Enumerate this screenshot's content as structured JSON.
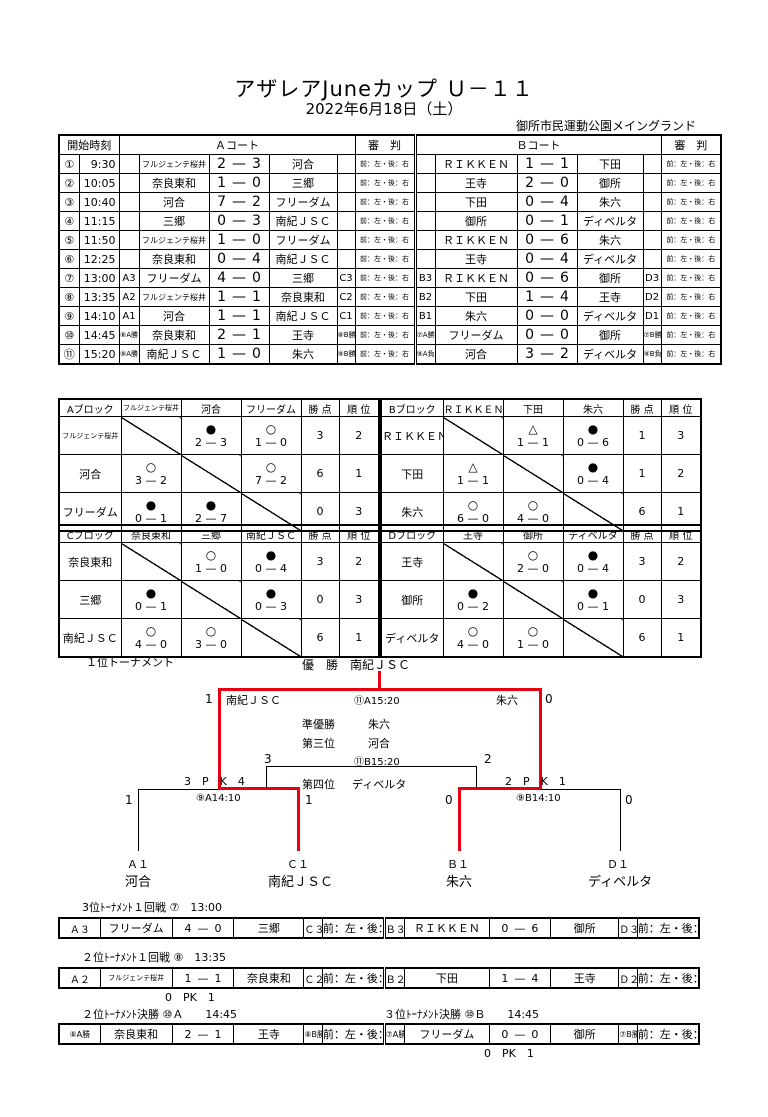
{
  "title": "アザレアJuneカップ Ｕ－１１",
  "date": "2022年6月18日（土）",
  "venue": "御所市民運動公園メイングランド",
  "sched_head": {
    "time": "開始時刻",
    "court_a": "Ａコート",
    "ref": "審　判",
    "court_b": "Ｂコート",
    "ref2": "審　判"
  },
  "ref_text": "前：左・後：右",
  "dash": "—",
  "schedule": [
    {
      "no": "①",
      "time": "9:30",
      "al": "",
      "a1": "フルジェンテ桜井",
      "as1": "2",
      "as2": "3",
      "a2": "河合",
      "ar": "",
      "bl": "",
      "b1": "ＲＩＫＫＥＮ",
      "bs1": "1",
      "bs2": "1",
      "b2": "下田",
      "br": ""
    },
    {
      "no": "②",
      "time": "10:05",
      "al": "",
      "a1": "奈良東和",
      "as1": "1",
      "as2": "0",
      "a2": "三郷",
      "ar": "",
      "bl": "",
      "b1": "王寺",
      "bs1": "2",
      "bs2": "0",
      "b2": "御所",
      "br": ""
    },
    {
      "no": "③",
      "time": "10:40",
      "al": "",
      "a1": "河合",
      "as1": "7",
      "as2": "2",
      "a2": "フリーダム",
      "ar": "",
      "bl": "",
      "b1": "下田",
      "bs1": "0",
      "bs2": "4",
      "b2": "朱六",
      "br": ""
    },
    {
      "no": "④",
      "time": "11:15",
      "al": "",
      "a1": "三郷",
      "as1": "0",
      "as2": "3",
      "a2": "南紀ＪＳＣ",
      "ar": "",
      "bl": "",
      "b1": "御所",
      "bs1": "0",
      "bs2": "1",
      "b2": "ディベルタ",
      "br": ""
    },
    {
      "no": "⑤",
      "time": "11:50",
      "al": "",
      "a1": "フルジェンテ桜井",
      "as1": "1",
      "as2": "0",
      "a2": "フリーダム",
      "ar": "",
      "bl": "",
      "b1": "ＲＩＫＫＥＮ",
      "bs1": "0",
      "bs2": "6",
      "b2": "朱六",
      "br": ""
    },
    {
      "no": "⑥",
      "time": "12:25",
      "al": "",
      "a1": "奈良東和",
      "as1": "0",
      "as2": "4",
      "a2": "南紀ＪＳＣ",
      "ar": "",
      "bl": "",
      "b1": "王寺",
      "bs1": "0",
      "bs2": "4",
      "b2": "ディベルタ",
      "br": ""
    },
    {
      "no": "⑦",
      "time": "13:00",
      "al": "A3",
      "a1": "フリーダム",
      "as1": "4",
      "as2": "0",
      "a2": "三郷",
      "ar": "C3",
      "bl": "B3",
      "b1": "ＲＩＫＫＥＮ",
      "bs1": "0",
      "bs2": "6",
      "b2": "御所",
      "br": "D3"
    },
    {
      "no": "⑧",
      "time": "13:35",
      "al": "A2",
      "a1": "フルジェンテ桜井",
      "as1": "1",
      "as2": "1",
      "a2": "奈良東和",
      "ar": "C2",
      "bl": "B2",
      "b1": "下田",
      "bs1": "1",
      "bs2": "4",
      "b2": "王寺",
      "br": "D2"
    },
    {
      "no": "⑨",
      "time": "14:10",
      "al": "A1",
      "a1": "河合",
      "as1": "1",
      "as2": "1",
      "a2": "南紀ＪＳＣ",
      "ar": "C1",
      "bl": "B1",
      "b1": "朱六",
      "bs1": "0",
      "bs2": "0",
      "b2": "ディベルタ",
      "br": "D1"
    },
    {
      "no": "⑩",
      "time": "14:45",
      "al": "⑧A勝",
      "a1": "奈良東和",
      "as1": "2",
      "as2": "1",
      "a2": "王寺",
      "ar": "⑧B勝",
      "bl": "⑦A勝",
      "b1": "フリーダム",
      "bs1": "0",
      "bs2": "0",
      "b2": "御所",
      "br": "⑦B勝"
    },
    {
      "no": "⑪",
      "time": "15:20",
      "al": "⑨A勝",
      "a1": "南紀ＪＳＣ",
      "as1": "1",
      "as2": "0",
      "a2": "朱六",
      "ar": "⑨B勝",
      "bl": "⑨A負",
      "b1": "河合",
      "bs1": "3",
      "bs2": "2",
      "b2": "ディベルタ",
      "br": "⑨B負"
    }
  ],
  "group_head": {
    "pts": "勝 点",
    "rank": "順 位"
  },
  "groups": {
    "A": {
      "label": "Aブロック",
      "teams": [
        "フルジェンテ桜井",
        "河合",
        "フリーダム"
      ],
      "rows": [
        {
          "team": "フルジェンテ桜井",
          "cells": [
            null,
            {
              "m": "●",
              "s": "2 — 3"
            },
            {
              "m": "○",
              "s": "1 — 0"
            }
          ],
          "pts": "3",
          "rank": "2"
        },
        {
          "team": "河合",
          "cells": [
            {
              "m": "○",
              "s": "3 — 2"
            },
            null,
            {
              "m": "○",
              "s": "7 — 2"
            }
          ],
          "pts": "6",
          "rank": "1"
        },
        {
          "team": "フリーダム",
          "cells": [
            {
              "m": "●",
              "s": "0 — 1"
            },
            {
              "m": "●",
              "s": "2 — 7"
            },
            null
          ],
          "pts": "0",
          "rank": "3"
        }
      ]
    },
    "B": {
      "label": "Bブロック",
      "teams": [
        "ＲＩＫＫＥＮ",
        "下田",
        "朱六"
      ],
      "rows": [
        {
          "team": "ＲＩＫＫＥＮ",
          "cells": [
            null,
            {
              "m": "△",
              "s": "1 — 1"
            },
            {
              "m": "●",
              "s": "0 — 6"
            }
          ],
          "pts": "1",
          "rank": "3"
        },
        {
          "team": "下田",
          "cells": [
            {
              "m": "△",
              "s": "1 — 1"
            },
            null,
            {
              "m": "●",
              "s": "0 — 4"
            }
          ],
          "pts": "1",
          "rank": "2"
        },
        {
          "team": "朱六",
          "cells": [
            {
              "m": "○",
              "s": "6 — 0"
            },
            {
              "m": "○",
              "s": "4 — 0"
            },
            null
          ],
          "pts": "6",
          "rank": "1"
        }
      ]
    },
    "C": {
      "label": "Cブロック",
      "teams": [
        "奈良東和",
        "三郷",
        "南紀ＪＳＣ"
      ],
      "rows": [
        {
          "team": "奈良東和",
          "cells": [
            null,
            {
              "m": "○",
              "s": "1 — 0"
            },
            {
              "m": "●",
              "s": "0 — 4"
            }
          ],
          "pts": "3",
          "rank": "2"
        },
        {
          "team": "三郷",
          "cells": [
            {
              "m": "●",
              "s": "0 — 1"
            },
            null,
            {
              "m": "●",
              "s": "0 — 3"
            }
          ],
          "pts": "0",
          "rank": "3"
        },
        {
          "team": "南紀ＪＳＣ",
          "cells": [
            {
              "m": "○",
              "s": "4 — 0"
            },
            {
              "m": "○",
              "s": "3 — 0"
            },
            null
          ],
          "pts": "6",
          "rank": "1"
        }
      ]
    },
    "D": {
      "label": "Dブロック",
      "teams": [
        "王寺",
        "御所",
        "ディベルタ"
      ],
      "rows": [
        {
          "team": "王寺",
          "cells": [
            null,
            {
              "m": "○",
              "s": "2 — 0"
            },
            {
              "m": "●",
              "s": "0 — 4"
            }
          ],
          "pts": "3",
          "rank": "2"
        },
        {
          "team": "御所",
          "cells": [
            {
              "m": "●",
              "s": "0 — 2"
            },
            null,
            {
              "m": "●",
              "s": "0 — 1"
            }
          ],
          "pts": "0",
          "rank": "3"
        },
        {
          "team": "ディベルタ",
          "cells": [
            {
              "m": "○",
              "s": "4 — 0"
            },
            {
              "m": "○",
              "s": "1 — 0"
            },
            null
          ],
          "pts": "6",
          "rank": "1"
        }
      ]
    }
  },
  "bracket": {
    "heading": "１位トーナメント",
    "champion_label": "優　勝",
    "champion": "南紀ＪＳＣ",
    "final_label": "⑪A15:20",
    "final_left_score": "1",
    "final_left_team": "南紀ＪＳＣ",
    "final_right_team": "朱六",
    "final_right_score": "0",
    "runner_label": "準優勝",
    "runner": "朱六",
    "third_label": "第三位",
    "third": "河合",
    "third_match_label": "⑪B15:20",
    "third_left_score": "3",
    "third_right_score": "2",
    "fourth_label": "第四位",
    "fourth": "ディベルタ",
    "pk_left": "3　P　K　4",
    "pk_right": "2　P　K　1",
    "semi_left_label": "⑨A14:10",
    "semi_right_label": "⑨B14:10",
    "sl_score1": "1",
    "sl_score2": "1",
    "sr_score1": "0",
    "sr_score2": "0",
    "seeds": [
      "Ａ１",
      "Ｃ１",
      "Ｂ１",
      "Ｄ１"
    ],
    "seed_teams": [
      "河合",
      "南紀ＪＳＣ",
      "朱六",
      "ディベルタ"
    ]
  },
  "extra": {
    "h1": "3位ﾄｰﾅﾒﾝﾄ１回戦 ⑦　13:00",
    "r1": {
      "al": "Ａ３",
      "a1": "フリーダム",
      "as1": "4",
      "as2": "0",
      "a2": "三郷",
      "ar": "Ｃ３",
      "bl": "Ｂ３",
      "b1": "ＲＩＫＫＥＮ",
      "bs1": "0",
      "bs2": "6",
      "b2": "御所",
      "br": "Ｄ３"
    },
    "h2": "２位ﾄｰﾅﾒﾝﾄ１回戦 ⑧　13:35",
    "r2": {
      "al": "Ａ２",
      "a1": "フルジェンテ桜井",
      "as1": "1",
      "as2": "1",
      "a2": "奈良東和",
      "ar": "Ｃ２",
      "bl": "Ｂ２",
      "b1": "下田",
      "bs1": "1",
      "bs2": "4",
      "b2": "王寺",
      "br": "Ｄ２"
    },
    "pk2": "0　PK　1",
    "h3a": "２位ﾄｰﾅﾒﾝﾄ決勝 ⑩Ａ　　14:45",
    "h3b": "３位ﾄｰﾅﾒﾝﾄ決勝 ⑩Ｂ　　14:45",
    "r3": {
      "al": "⑧A勝",
      "a1": "奈良東和",
      "as1": "2",
      "as2": "1",
      "a2": "王寺",
      "ar": "⑧B勝",
      "bl": "⑦A勝",
      "b1": "フリーダム",
      "bs1": "0",
      "bs2": "0",
      "b2": "御所",
      "br": "⑦B勝"
    },
    "pk3": "0　PK　1"
  }
}
